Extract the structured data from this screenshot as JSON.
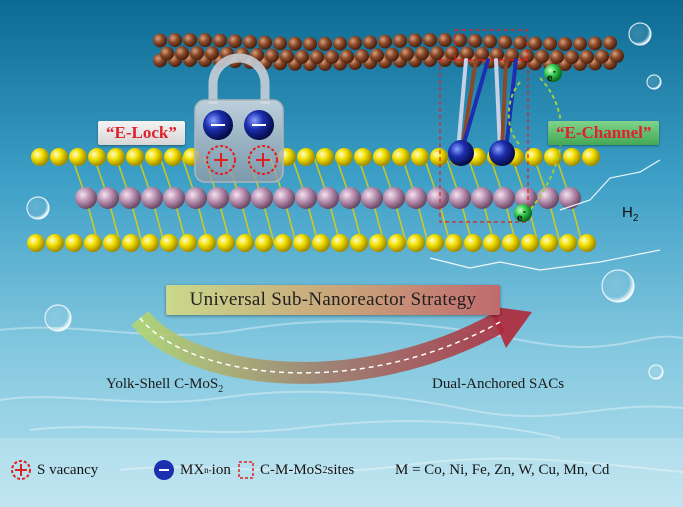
{
  "labels": {
    "e_lock": "“E-Lock”",
    "e_channel": "“E-Channel”",
    "h2": "H",
    "h2_sub": "2",
    "electron_top": "e",
    "electron_bottom": "e",
    "electron_sup": "-"
  },
  "banner": {
    "text": "Universal Sub-Nanoreactor Strategy"
  },
  "captions": {
    "left": "Yolk-Shell C-MoS",
    "left_sub": "2",
    "right": "Dual-Anchored SACs"
  },
  "legend": {
    "s_vacancy": "S vacancy",
    "ion_prefix": "MX",
    "ion_sup": "n-",
    "ion_suffix": " ion",
    "sites_prefix": "C-M-MoS",
    "sites_sub": "2",
    "sites_suffix": " sites",
    "metals": "M = Co, Ni, Fe, Zn, W, Cu, Mn, Cd"
  },
  "colors": {
    "carbon": "#8a4a2a",
    "sulfur": "#f2e000",
    "molybdenum": "#b88fb0",
    "anion": "#1c2fb0",
    "vacancy": "#e02020",
    "electron": "#2fc84a",
    "water_top": "#0e6f96",
    "water_bottom": "#9ad4e8"
  }
}
